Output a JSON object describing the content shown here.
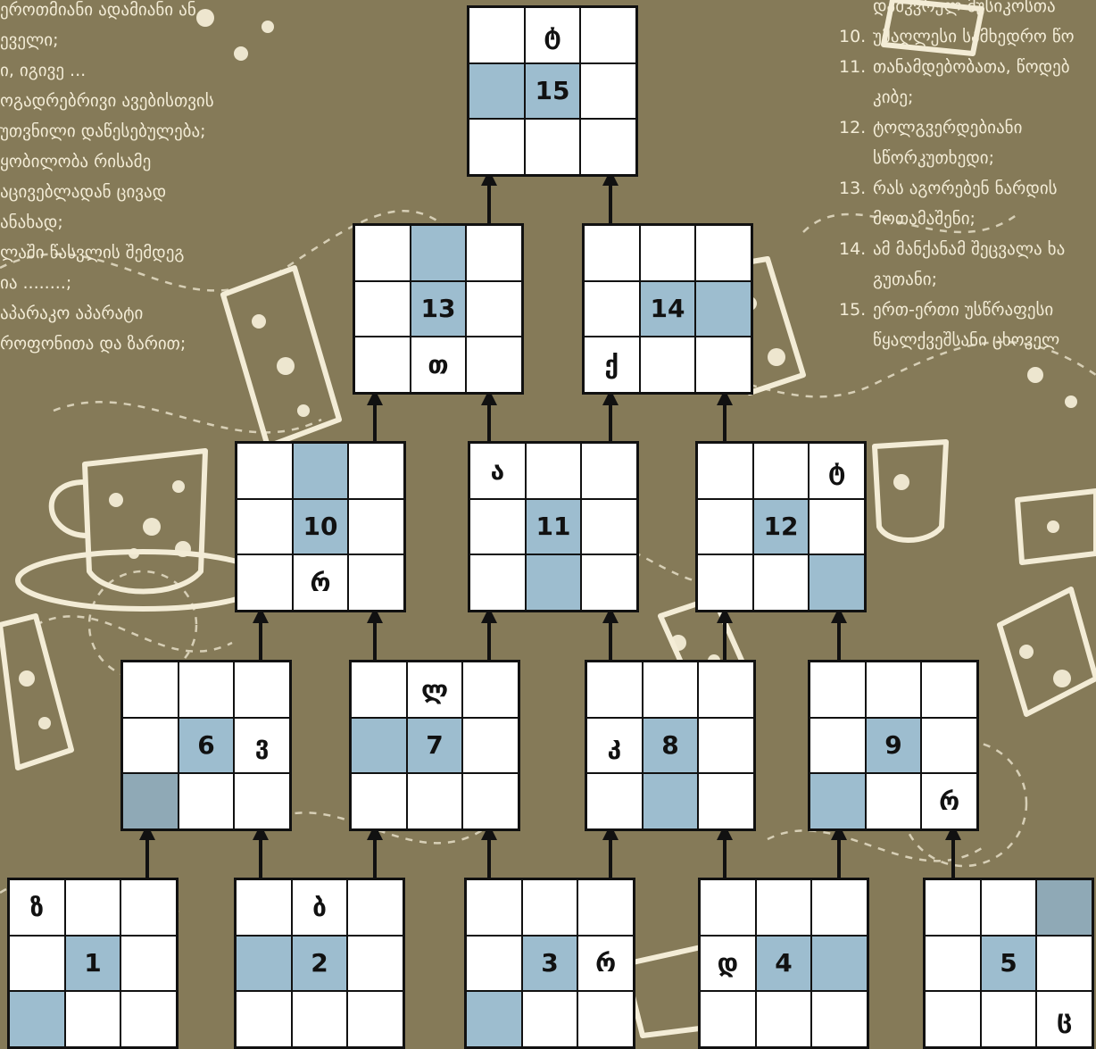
{
  "colors": {
    "background": "#857a58",
    "pattern": "#f3ecd6",
    "highlight": "#9dbdcf",
    "grid_line": "#111111",
    "cell": "#ffffff"
  },
  "clues_left": [
    {
      "num": "",
      "text": ""
    },
    {
      "num": "",
      "text": "ეროთმიანი ადამიანი ან"
    },
    {
      "num": "",
      "text": "ეველი;"
    },
    {
      "num": "",
      "text": "ი, იგივე ..."
    },
    {
      "num": "",
      "text": "ოგადრებრივი ავებისთვის"
    },
    {
      "num": "",
      "text": "უთვნილი დაწესებულება;"
    },
    {
      "num": "",
      "text": "ყობილობა რისამე"
    },
    {
      "num": "",
      "text": "აცივებლადან ცივად"
    },
    {
      "num": "",
      "text": "ანახად;"
    },
    {
      "num": "",
      "text": "ლაში წასვლის შემდეგ"
    },
    {
      "num": "",
      "text": "ია ........;"
    },
    {
      "num": "",
      "text": "აპარაკო აპარატი"
    },
    {
      "num": "",
      "text": "როფონითა და ზარით;"
    }
  ],
  "clues_right": [
    {
      "num": "",
      "text": "დამკვრელ მუსიკოსთა"
    },
    {
      "num": "10.",
      "text": "უმაღლესი სამხედრო წო"
    },
    {
      "num": "11.",
      "text": "თანამდებობათა, წოდებ"
    },
    {
      "num": "",
      "text": "კიბე;"
    },
    {
      "num": "12.",
      "text": "ტოლგვერდებიანი"
    },
    {
      "num": "",
      "text": "სწორკუთხედი;"
    },
    {
      "num": "13.",
      "text": "რას აგორებენ ნარდის"
    },
    {
      "num": "",
      "text": "მოთამაშენი;"
    },
    {
      "num": "14.",
      "text": "ამ მანქანამ შეცვალა ხა"
    },
    {
      "num": "",
      "text": "გუთანი;"
    },
    {
      "num": "15.",
      "text": "ერთ-ერთი უსწრაფესი"
    },
    {
      "num": "",
      "text": "წყალქვეშსანი ცხოველ"
    }
  ],
  "puzzle": {
    "grids": [
      {
        "id": "1",
        "cells": [
          "ზ",
          "",
          "",
          "",
          "1",
          "",
          "",
          "",
          ""
        ]
      },
      {
        "id": "2",
        "cells": [
          "",
          "ბ",
          "",
          "",
          "2",
          "",
          "",
          "",
          ""
        ]
      },
      {
        "id": "3",
        "cells": [
          "",
          "",
          "",
          "",
          "3",
          "რ",
          "",
          "",
          ""
        ]
      },
      {
        "id": "4",
        "cells": [
          "",
          "",
          "",
          "დ",
          "4",
          "",
          "",
          "",
          ""
        ]
      },
      {
        "id": "5",
        "cells": [
          "",
          "",
          "",
          "",
          "5",
          "",
          "",
          "",
          "ც"
        ]
      },
      {
        "id": "6",
        "cells": [
          "",
          "",
          "",
          "",
          "6",
          "ვ",
          "",
          "",
          ""
        ]
      },
      {
        "id": "7",
        "cells": [
          "",
          "ლ",
          "",
          "",
          "7",
          "",
          "",
          "",
          ""
        ]
      },
      {
        "id": "8",
        "cells": [
          "",
          "",
          "",
          "კ",
          "8",
          "",
          "",
          "",
          ""
        ]
      },
      {
        "id": "9",
        "cells": [
          "",
          "",
          "",
          "",
          "9",
          "",
          "",
          "",
          "რ"
        ]
      },
      {
        "id": "10",
        "cells": [
          "",
          "",
          "",
          "",
          "10",
          "",
          "",
          "რ",
          ""
        ]
      },
      {
        "id": "11",
        "cells": [
          "ა",
          "",
          "",
          "",
          "11",
          "",
          "",
          "",
          ""
        ]
      },
      {
        "id": "12",
        "cells": [
          "",
          "",
          "ტ",
          "",
          "12",
          "",
          "",
          "",
          ""
        ]
      },
      {
        "id": "13",
        "cells": [
          "",
          "",
          "",
          "",
          "13",
          "",
          "",
          "თ",
          ""
        ]
      },
      {
        "id": "14",
        "cells": [
          "",
          "",
          "",
          "",
          "14",
          "",
          "ქ",
          "",
          ""
        ]
      },
      {
        "id": "15",
        "cells": [
          "",
          "ტ",
          "",
          "",
          "15",
          "",
          "",
          "",
          ""
        ]
      }
    ],
    "highlights": {
      "1": [
        4,
        6
      ],
      "2": [
        3,
        4
      ],
      "3": [
        4,
        6
      ],
      "4": [
        4,
        5
      ],
      "5": [
        2,
        4
      ],
      "6": [
        4,
        6
      ],
      "7": [
        3,
        4
      ],
      "8": [
        4,
        7
      ],
      "9": [
        4,
        6
      ],
      "10": [
        1,
        4
      ],
      "11": [
        4,
        7
      ],
      "12": [
        4,
        8
      ],
      "13": [
        1,
        4
      ],
      "14": [
        4,
        5
      ],
      "15": [
        3,
        4
      ]
    },
    "dark_cells": {
      "5": [
        2
      ],
      "6": [
        6
      ]
    }
  }
}
